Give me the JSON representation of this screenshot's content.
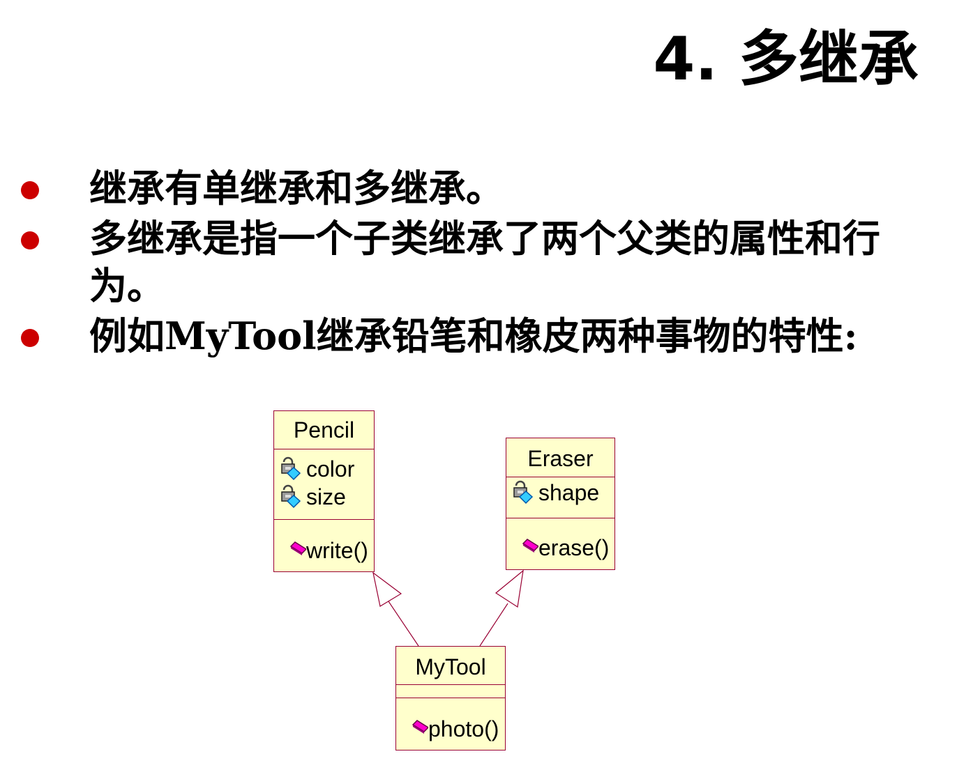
{
  "title": "4. 多继承",
  "bullets": [
    "继承有单继承和多继承。",
    "多继承是指一个子类继承了两个父类的属性和行为。",
    "例如MyTool继承铅笔和橡皮两种事物的特性:"
  ],
  "colors": {
    "bullet": "#cc0000",
    "class_fill": "#ffffcc",
    "class_border": "#990033",
    "attribute_icon": "#33ccff",
    "operation_icon": "#ff00cc"
  },
  "classes": {
    "pencil": {
      "name": "Pencil",
      "attributes": [
        "color",
        "size"
      ],
      "operations": [
        "write()"
      ]
    },
    "eraser": {
      "name": "Eraser",
      "attributes": [
        "shape"
      ],
      "operations": [
        "erase()"
      ]
    },
    "mytool": {
      "name": "MyTool",
      "attributes": [],
      "operations": [
        "photo()"
      ]
    }
  },
  "relationships": [
    {
      "type": "generalization",
      "from": "MyTool",
      "to": "Pencil"
    },
    {
      "type": "generalization",
      "from": "MyTool",
      "to": "Eraser"
    }
  ]
}
